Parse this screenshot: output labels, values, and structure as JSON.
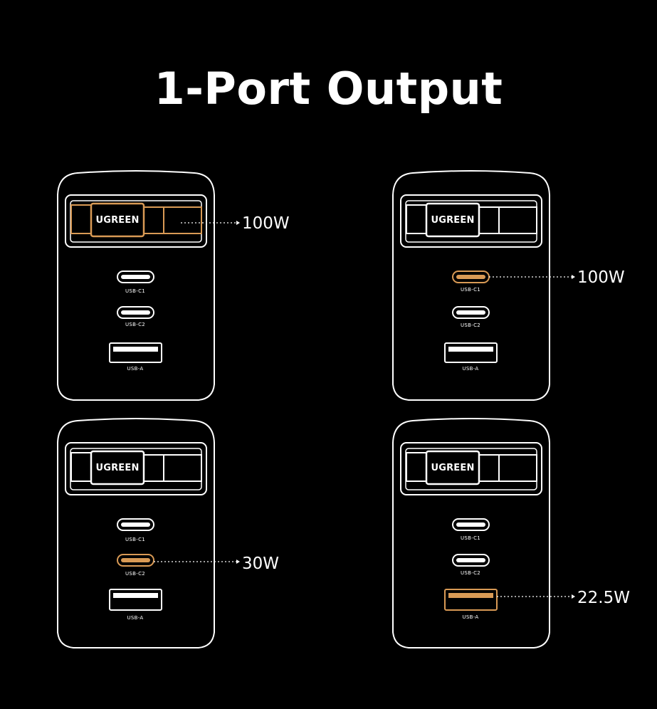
{
  "title": "1-Port Output",
  "brand": "UGREEN",
  "accent_color": "#d99a55",
  "port_labels": {
    "c1": "USB-C1",
    "c2": "USB-C2",
    "a": "USB-A"
  },
  "chargers": [
    {
      "active_port": "cable",
      "output": "100W"
    },
    {
      "active_port": "USB-C1",
      "output": "100W"
    },
    {
      "active_port": "USB-C2",
      "output": "30W"
    },
    {
      "active_port": "USB-A",
      "output": "22.5W"
    }
  ]
}
